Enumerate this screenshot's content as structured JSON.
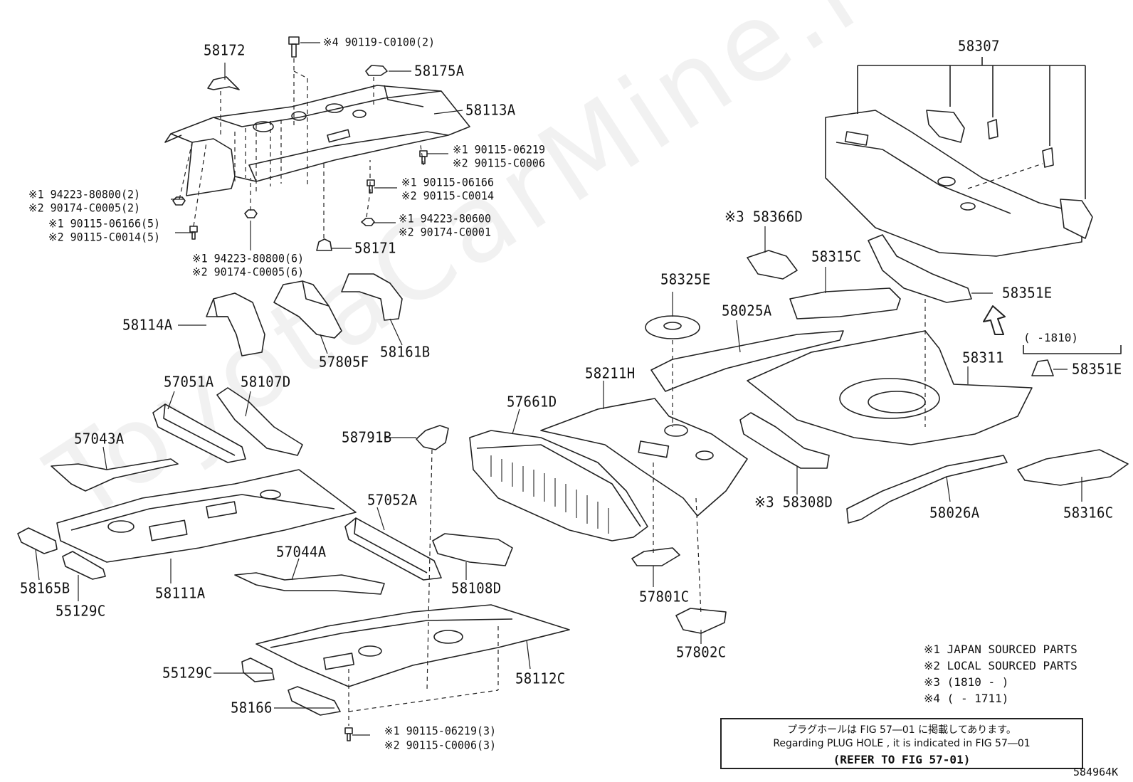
{
  "watermark": "ToyotaCarMine.ru",
  "diagram_id": "584964K",
  "parts": {
    "p58172": "58172",
    "p58175A": "58175A",
    "p58113A": "58113A",
    "p58171": "58171",
    "p58114A": "58114A",
    "p57805F": "57805F",
    "p58161B": "58161B",
    "p57051A": "57051A",
    "p58107D": "58107D",
    "p57043A": "57043A",
    "p58791B": "58791B",
    "p58111A": "58111A",
    "p58165B": "58165B",
    "p55129C_a": "55129C",
    "p57052A": "57052A",
    "p57044A": "57044A",
    "p58108D": "58108D",
    "p55129C_b": "55129C",
    "p58166": "58166",
    "p58112C": "58112C",
    "p57661D": "57661D",
    "p58211H": "58211H",
    "p57801C": "57801C",
    "p57802C": "57802C",
    "p58325E": "58325E",
    "p58025A": "58025A",
    "p58366D": "※3 58366D",
    "p58315C": "58315C",
    "p58307": "58307",
    "p58351E_a": "58351E",
    "p58351E_b": "58351E",
    "p58311": "58311",
    "p58308D": "※3 58308D",
    "p58026A": "58026A",
    "p58316C": "58316C"
  },
  "fasteners": {
    "f1": "※4 90119-C0100(2)",
    "f2a": "※1 90115-06219",
    "f2b": "※2 90115-C0006",
    "f3a": "※1 90115-06166",
    "f3b": "※2 90115-C0014",
    "f4a": "※1 94223-80600",
    "f4b": "※2 90174-C0001",
    "f5a": "※1 94223-80800(2)",
    "f5b": "※2 90174-C0005(2)",
    "f6a": "※1 90115-06166(5)",
    "f6b": "※2 90115-C0014(5)",
    "f7a": "※1 94223-80800(6)",
    "f7b": "※2 90174-C0005(6)",
    "f8a": "※1 90115-06219(3)",
    "f8b": "※2 90115-C0006(3)"
  },
  "range_label": "( -1810)",
  "legend": {
    "l1": "※1 JAPAN SOURCED PARTS",
    "l2": "※2 LOCAL SOURCED PARTS",
    "l3": "※3 (1810 -      )",
    "l4": "※4 (      - 1711)"
  },
  "note": {
    "jp": "プラグホールは FIG 57―01 に掲載してあります。",
    "en": "Regarding PLUG HOLE , it is indicated in FIG 57―01",
    "ref": "(REFER TO FIG 57-01)"
  }
}
